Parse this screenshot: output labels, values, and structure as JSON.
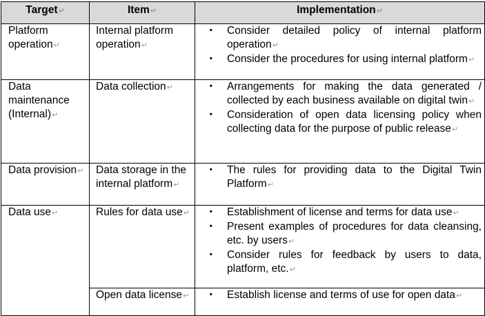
{
  "header": {
    "target": "Target",
    "item": "Item",
    "implementation": "Implementation"
  },
  "paragraph_mark": "↵",
  "bullet_glyph": "・",
  "rows": [
    {
      "target": "Platform operation",
      "item": "Internal platform operation",
      "bullets": [
        "Consider detailed policy of internal platform operation",
        "Consider the procedures for using internal platform"
      ]
    },
    {
      "target": "Data maintenance (Internal)",
      "item": "Data collection",
      "bullets": [
        "Arrangements for making the data generated / collected by each business available on digital twin",
        "Consideration of open data licensing policy when collecting data for the purpose of public release"
      ]
    },
    {
      "target": "Data provision",
      "item": "Data storage in the internal platform",
      "bullets": [
        "The rules for providing data to the Digital Twin Platform"
      ]
    },
    {
      "target": "Data use",
      "item": "Rules for data use",
      "bullets": [
        "Establishment of license and terms for data use",
        "Present examples of procedures for data cleansing, etc. by users",
        "Consider rules for feedback by users to data, platform, etc."
      ]
    },
    {
      "target": "",
      "item": "Open data license",
      "bullets": [
        "Establish license and terms of use for open data"
      ]
    }
  ]
}
